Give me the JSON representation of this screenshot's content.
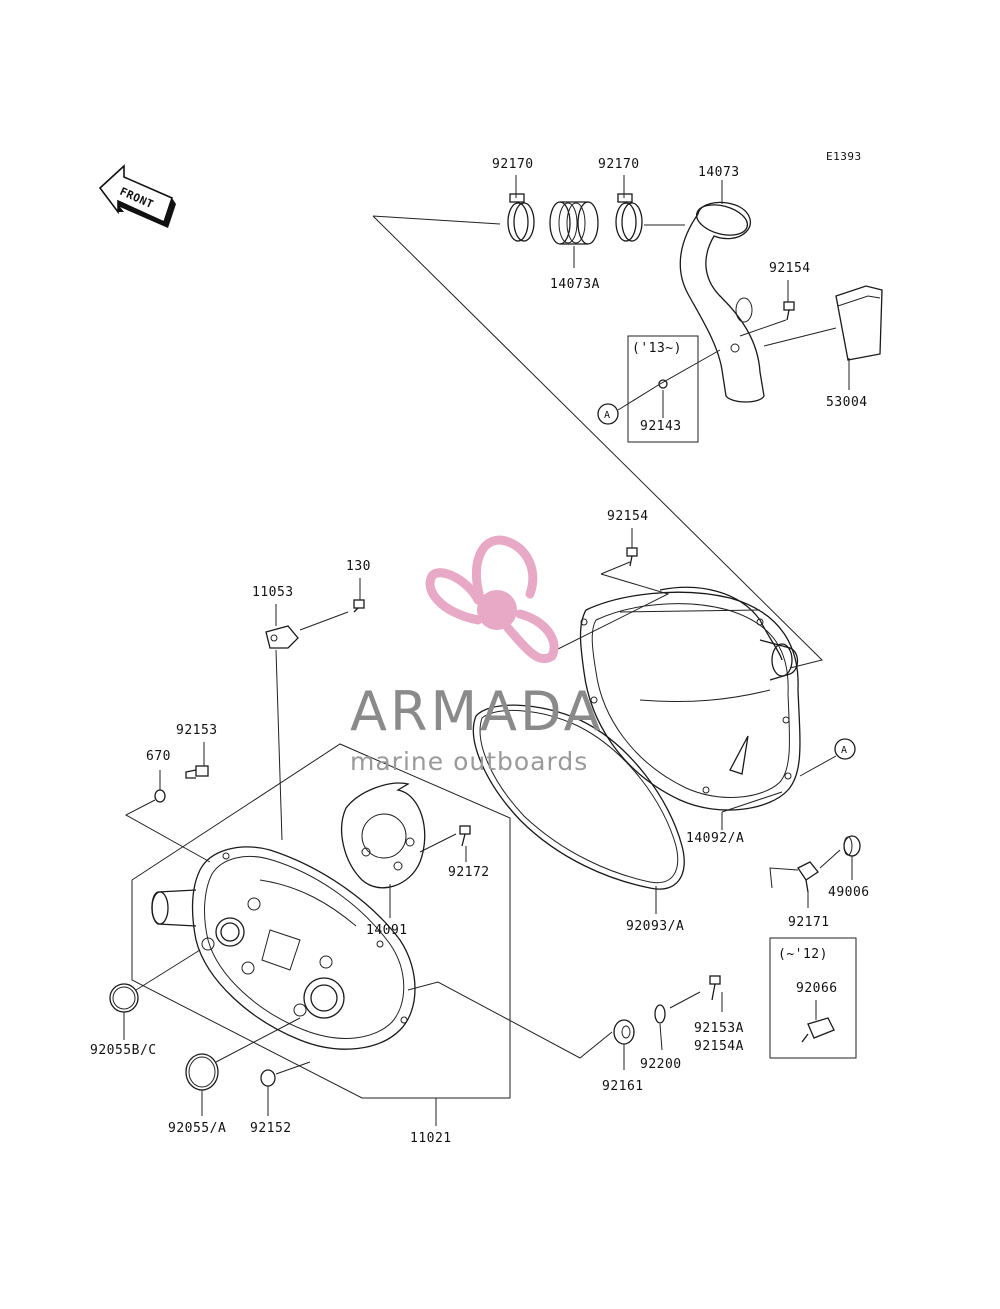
{
  "diagram_code": "E1393",
  "front_label": "FRONT",
  "marker_a": "A",
  "labels": {
    "l92170a": "92170",
    "l92170b": "92170",
    "l14073": "14073",
    "l14073A": "14073A",
    "l92154a": "92154",
    "l53004": "53004",
    "l13on": "('13~)",
    "l92143": "92143",
    "l92154b": "92154",
    "l130": "130",
    "l11053": "11053",
    "l92153": "92153",
    "l670": "670",
    "l92172": "92172",
    "l14091": "14091",
    "l14092A": "14092/A",
    "l49006": "49006",
    "l92171": "92171",
    "l92093A": "92093/A",
    "l12": "(~'12)",
    "l92066": "92066",
    "l92153A": "92153A",
    "l92154A": "92154A",
    "l92200": "92200",
    "l92161": "92161",
    "l92055BC": "92055B/C",
    "l92055A": "92055/A",
    "l92152": "92152",
    "l11021": "11021"
  },
  "watermark": {
    "brand": "ARMADA",
    "tagline": "marine outboards",
    "color_pink": "#e8a9c6",
    "color_pink_dark": "#d984ad",
    "color_gray": "#8a8a8a"
  }
}
